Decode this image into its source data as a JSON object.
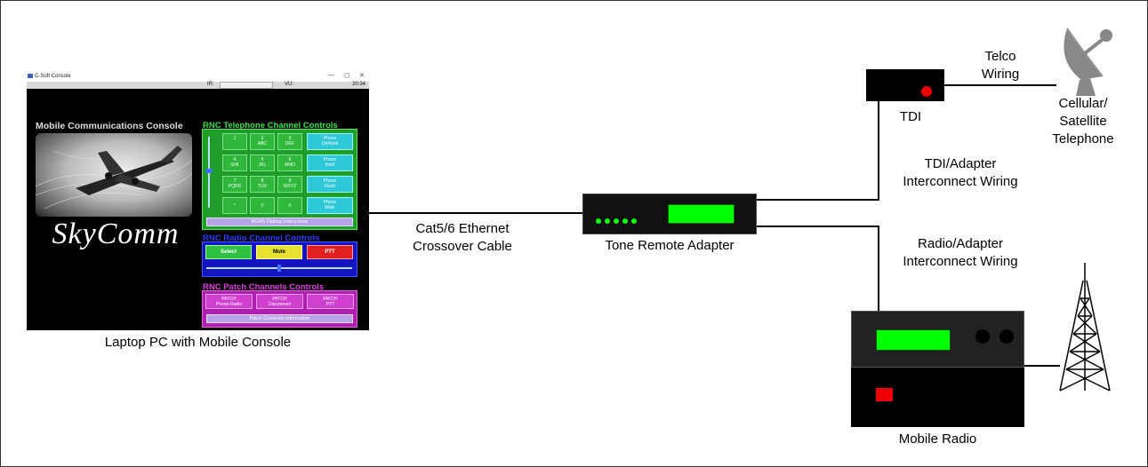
{
  "laptop": {
    "window_title": "C-Soft Console",
    "window_controls": [
      "—",
      "▢",
      "✕"
    ],
    "status": {
      "ir_label": "IR:",
      "vu_label": "VU:",
      "time": "20:34"
    },
    "console_title": "Mobile Communications Console",
    "brand": "SkyComm",
    "telephone": {
      "title": "RNC Telephone Channel Controls",
      "keys": [
        {
          "main": "1",
          "sub": ""
        },
        {
          "main": "2",
          "sub": "ABC"
        },
        {
          "main": "3",
          "sub": "DEF"
        },
        {
          "main": "4",
          "sub": "GHI"
        },
        {
          "main": "5",
          "sub": "JKL"
        },
        {
          "main": "6",
          "sub": "MNO"
        },
        {
          "main": "7",
          "sub": "PQRS"
        },
        {
          "main": "8",
          "sub": "TUV"
        },
        {
          "main": "9",
          "sub": "WXYZ"
        },
        {
          "main": "*",
          "sub": ""
        },
        {
          "main": "0",
          "sub": ""
        },
        {
          "main": "#",
          "sub": ""
        }
      ],
      "phone_buttons": [
        {
          "line1": "Phone",
          "line2": "OnHook"
        },
        {
          "line1": "Phone",
          "line2": "Hold"
        },
        {
          "line1": "Phone",
          "line2": "Flash"
        },
        {
          "line1": "Phone",
          "line2": "Mute"
        }
      ],
      "dialing_button": "BGAN Dialing Instructions"
    },
    "radio": {
      "title": "RNC Radio Channel Controls",
      "select": "Select",
      "mute": "Mute",
      "ptt": "PTT"
    },
    "patch": {
      "title": "RNC Patch Channels Controls",
      "buttons": [
        {
          "line1": "PATCH",
          "line2": "Phone-Radio"
        },
        {
          "line1": "PATCH",
          "line2": "Disconnect"
        },
        {
          "line1": "PATCH",
          "line2": "PTT"
        }
      ],
      "info_button": "Patch Channels Information"
    },
    "caption": "Laptop PC with Mobile Console"
  },
  "labels": {
    "ethernet": [
      "Cat5/6 Ethernet",
      "Crossover Cable"
    ],
    "adapter": "Tone Remote Adapter",
    "tdi": "TDI",
    "telco": [
      "Telco",
      "Wiring"
    ],
    "cellular": [
      "Cellular/",
      "Satellite",
      "Telephone"
    ],
    "tdi_wiring": [
      "TDI/Adapter",
      "Interconnect Wiring"
    ],
    "radio_wiring": [
      "Radio/Adapter",
      "Interconnect Wiring"
    ],
    "mobile_radio": "Mobile Radio"
  },
  "colors": {
    "phone_panel": "#1e9e28",
    "radio_panel": "#1414c0",
    "patch_panel": "#b020b0",
    "select_btn": "#2fc040",
    "mute_btn": "#e8e030",
    "ptt_btn": "#e02020",
    "display_green": "#00ff00",
    "led_red": "#ee0000"
  },
  "icons": [
    "satellite-dish-icon",
    "radio-tower-icon",
    "airplane-photo"
  ]
}
